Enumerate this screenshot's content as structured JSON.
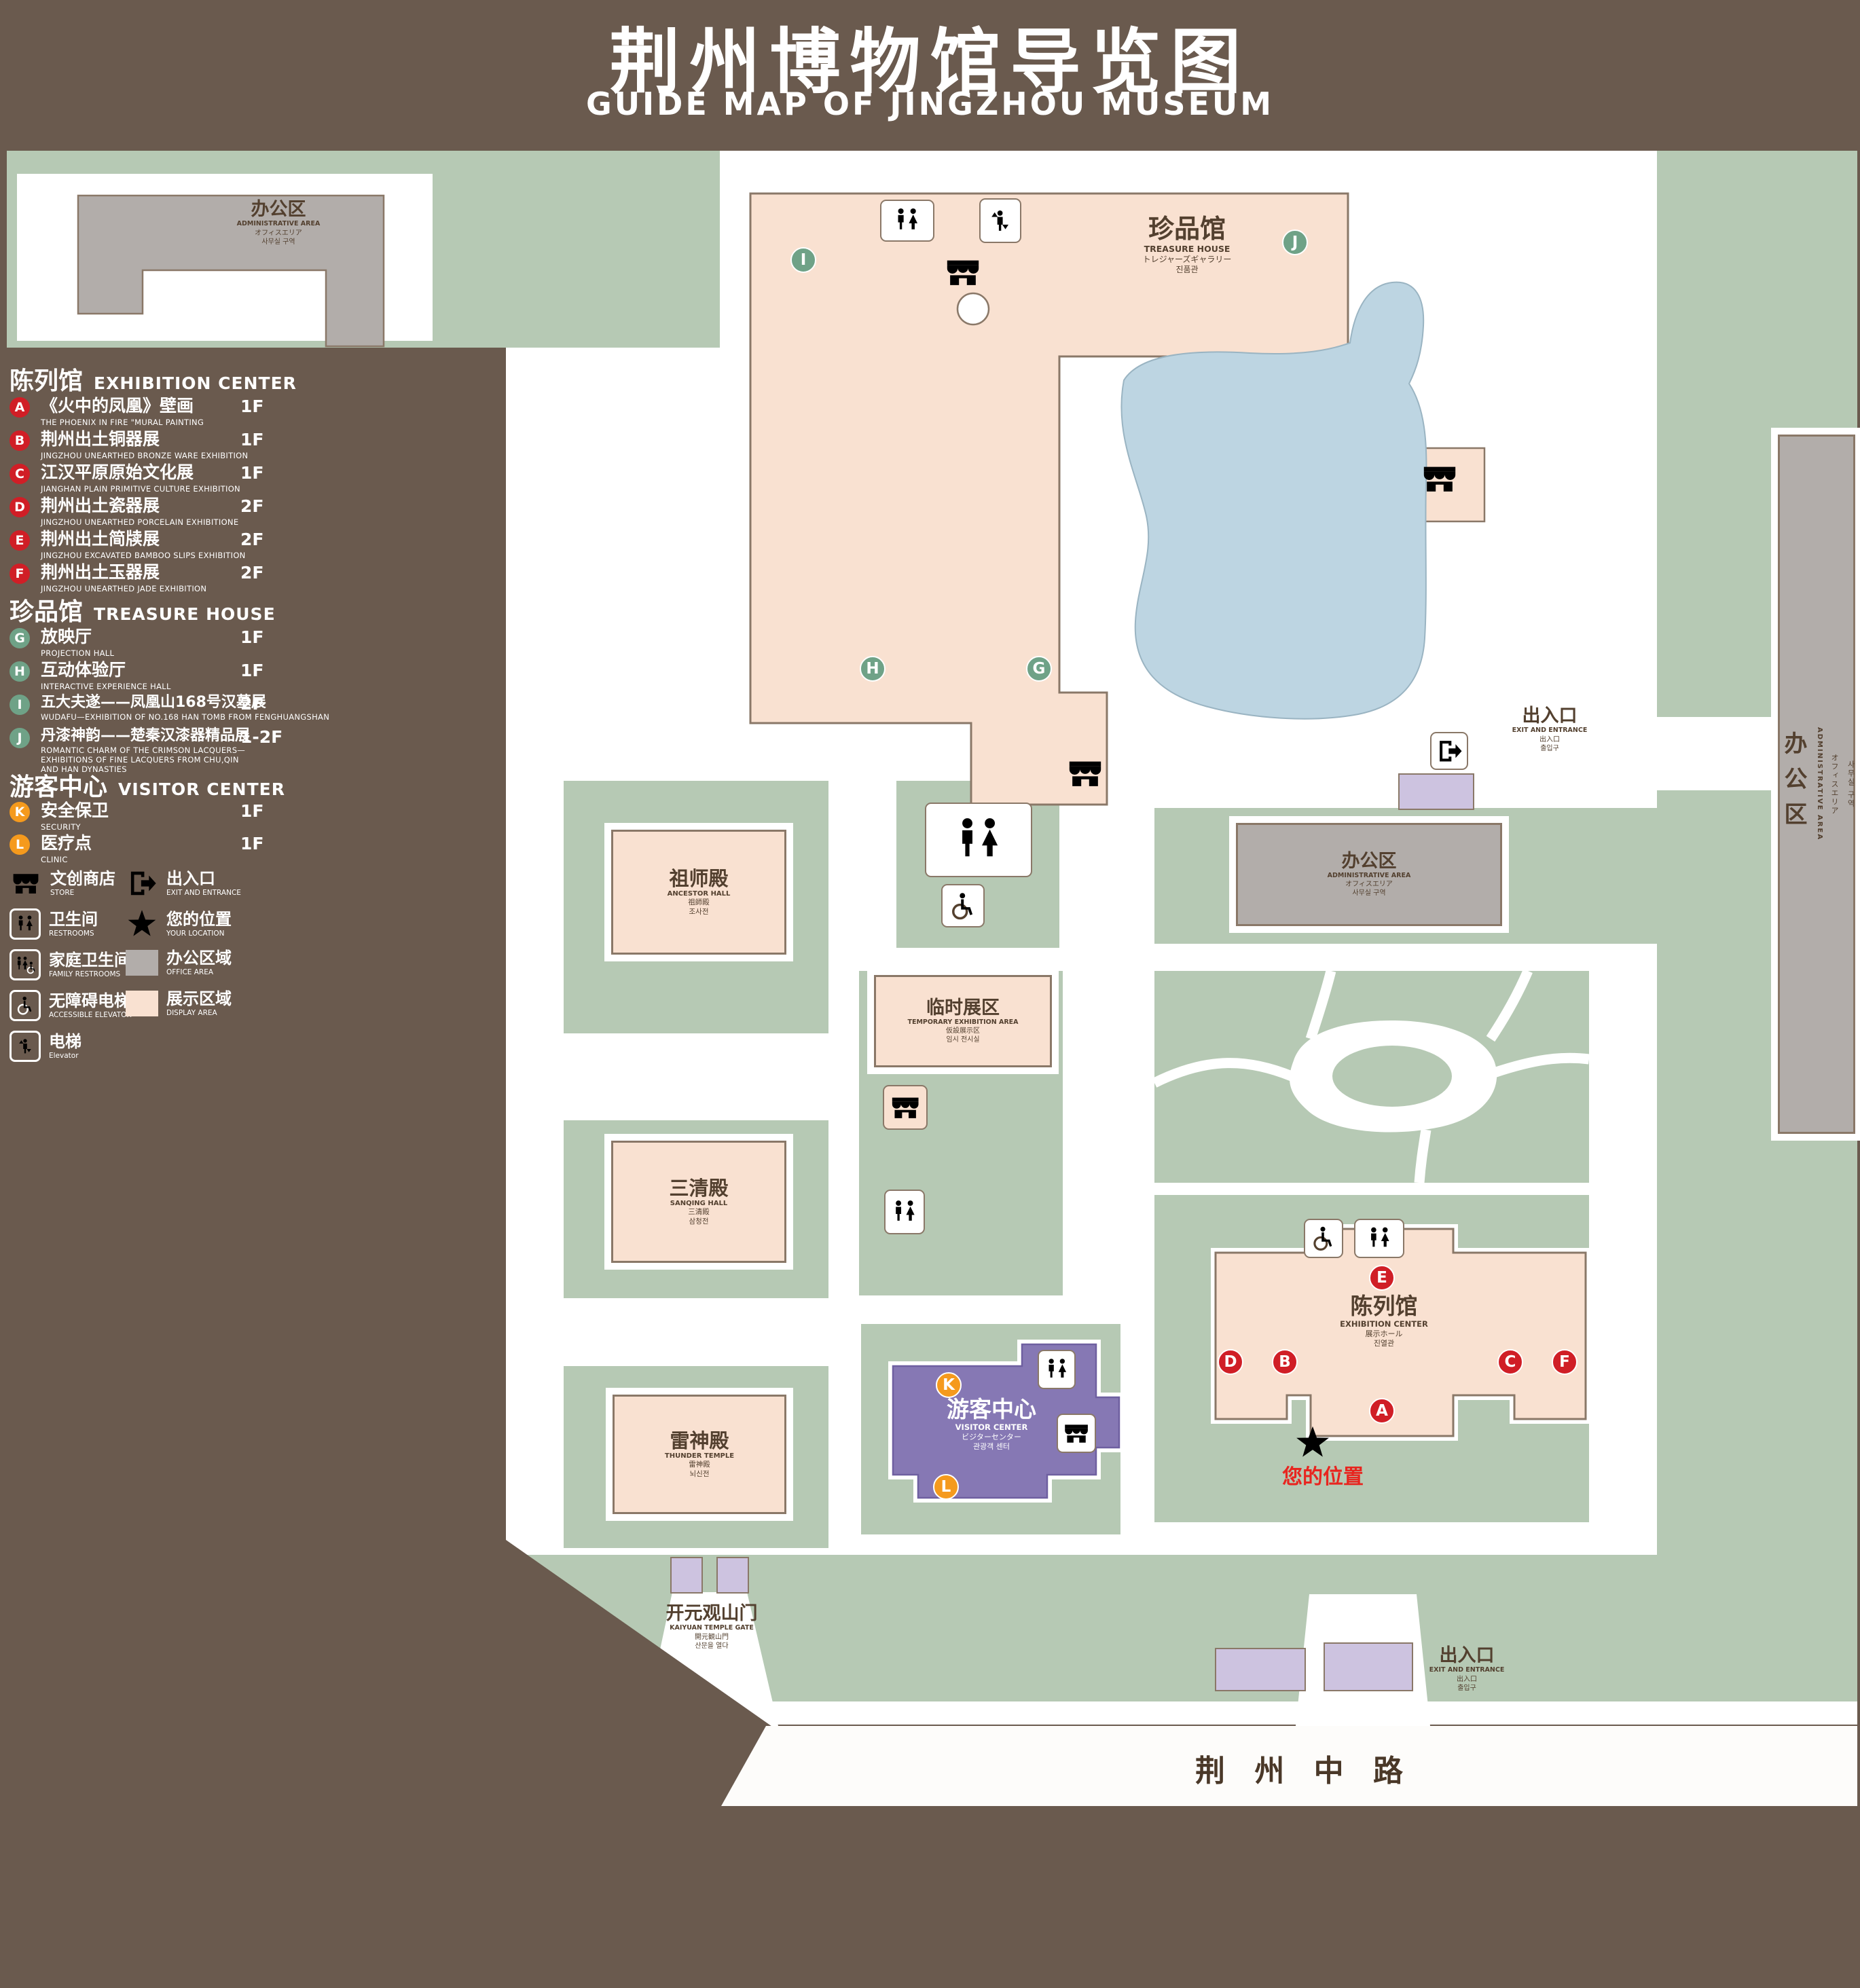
{
  "header": {
    "title_zh": "荆州博物馆导览图",
    "title_en": "GUIDE MAP OF JINGZHOU MUSEUM"
  },
  "colors": {
    "background": "#6a5a4e",
    "lawn_green": "#b6c9b4",
    "display_area": "#f9e1d1",
    "office_area": "#b2adaa",
    "pond_blue": "#bdd5e2",
    "visitor_purple": "#8678b4",
    "entrance_lavender": "#cdc3e0",
    "marker_red": "#d01e26",
    "marker_green": "#6fa287",
    "marker_orange": "#f59a1d",
    "location_red": "#e8251f"
  },
  "legend": {
    "sections": [
      {
        "title_zh": "陈列馆",
        "title_en": "EXHIBITION CENTER"
      },
      {
        "title_zh": "珍品馆",
        "title_en": "TREASURE HOUSE"
      },
      {
        "title_zh": "游客中心",
        "title_en": "VISITOR CENTER"
      }
    ],
    "exhibition_items": [
      {
        "letter": "A",
        "zh": "《火中的凤凰》壁画",
        "en": "THE PHOENIX IN FIRE \"MURAL PAINTING",
        "floor": "1F"
      },
      {
        "letter": "B",
        "zh": "荆州出土铜器展",
        "en": "JINGZHOU UNEARTHED BRONZE WARE EXHIBITION",
        "floor": "1F"
      },
      {
        "letter": "C",
        "zh": "江汉平原原始文化展",
        "en": "JIANGHAN PLAIN PRIMITIVE CULTURE EXHIBITION",
        "floor": "1F"
      },
      {
        "letter": "D",
        "zh": "荆州出土瓷器展",
        "en": "JINGZHOU UNEARTHED PORCELAIN EXHIBITIONE",
        "floor": "2F"
      },
      {
        "letter": "E",
        "zh": "荆州出土简牍展",
        "en": "JINGZHOU EXCAVATED BAMBOO SLIPS EXHIBITION",
        "floor": "2F"
      },
      {
        "letter": "F",
        "zh": "荆州出土玉器展",
        "en": "JINGZHOU UNEARTHED JADE EXHIBITION",
        "floor": "2F"
      }
    ],
    "treasure_items": [
      {
        "letter": "G",
        "zh": "放映厅",
        "en": "PROJECTION HALL",
        "floor": "1F"
      },
      {
        "letter": "H",
        "zh": "互动体验厅",
        "en": "INTERACTIVE EXPERIENCE HALL",
        "floor": "1F"
      },
      {
        "letter": "I",
        "zh": "五大夫遂——凤凰山168号汉墓展",
        "en": "WUDAFU—EXHIBITION OF NO.168 HAN TOMB FROM FENGHUANGSHAN",
        "floor": "2F"
      },
      {
        "letter": "J",
        "zh": "丹漆神韵——楚秦汉漆器精品展",
        "en": "ROMANTIC CHARM OF THE CRIMSON LACQUERS—EXHIBITIONS OF FINE LACQUERS FROM CHU,QIN AND HAN DYNASTIES",
        "floor": "1-2F"
      }
    ],
    "visitor_items": [
      {
        "letter": "K",
        "zh": "安全保卫",
        "en": "SECURITY",
        "floor": "1F"
      },
      {
        "letter": "L",
        "zh": "医疗点",
        "en": "CLINIC",
        "floor": "1F"
      }
    ],
    "symbols": [
      {
        "zh": "文创商店",
        "en": "STORE"
      },
      {
        "zh": "出入口",
        "en": "EXIT AND ENTRANCE"
      },
      {
        "zh": "卫生间",
        "en": "RESTROOMS"
      },
      {
        "zh": "您的位置",
        "en": "YOUR LOCATION"
      },
      {
        "zh": "家庭卫生间",
        "en": "FAMILY RESTROOMS"
      },
      {
        "zh": "办公区域",
        "en": "OFFICE AREA"
      },
      {
        "zh": "无障碍电梯",
        "en": "ACCESSIBLE ELEVATOR"
      },
      {
        "zh": "展示区域",
        "en": "DISPLAY AREA"
      },
      {
        "zh": "电梯",
        "en": "Elevator"
      }
    ]
  },
  "map": {
    "buildings": {
      "admin": {
        "zh": "办公区",
        "en": "ADMINISTRATIVE AREA",
        "jp": "オフィスエリア",
        "kr": "사무실 구역"
      },
      "treasure_house": {
        "zh": "珍品馆",
        "en": "TREASURE HOUSE",
        "jp": "トレジャーズギャラリー",
        "kr": "진품관"
      },
      "ancestor_hall": {
        "zh": "祖师殿",
        "en": "ANCESTOR HALL",
        "jp": "祖師殿",
        "kr": "조사전"
      },
      "temporary": {
        "zh": "临时展区",
        "en": "TEMPORARY EXHIBITION AREA",
        "jp": "仮設展示区",
        "kr": "임시 전시실"
      },
      "sanqing_hall": {
        "zh": "三清殿",
        "en": "SANQING HALL",
        "jp": "三清殿",
        "kr": "삼청전"
      },
      "thunder_temple": {
        "zh": "雷神殿",
        "en": "THUNDER TEMPLE",
        "jp": "雷神殿",
        "kr": "뇌신전"
      },
      "visitor_center": {
        "zh": "游客中心",
        "en": "VISITOR CENTER",
        "jp": "ビジターセンター",
        "kr": "관광객 센터"
      },
      "exhibition_center": {
        "zh": "陈列馆",
        "en": "EXHIBITION CENTER",
        "jp": "展示ホール",
        "kr": "진열관"
      },
      "gate": {
        "zh": "开元观山门",
        "en": "KAIYUAN TEMPLE GATE",
        "jp": "開元観山門",
        "kr": "산문을 열다"
      }
    },
    "exit": {
      "zh": "出入口",
      "en": "EXIT AND ENTRANCE",
      "jp": "出入口",
      "kr": "출입구"
    },
    "road": "荆 州 中 路",
    "your_location": "您的位置",
    "markers": {
      "A": "A",
      "B": "B",
      "C": "C",
      "D": "D",
      "E": "E",
      "F": "F",
      "G": "G",
      "H": "H",
      "I": "I",
      "J": "J",
      "K": "K",
      "L": "L"
    }
  }
}
